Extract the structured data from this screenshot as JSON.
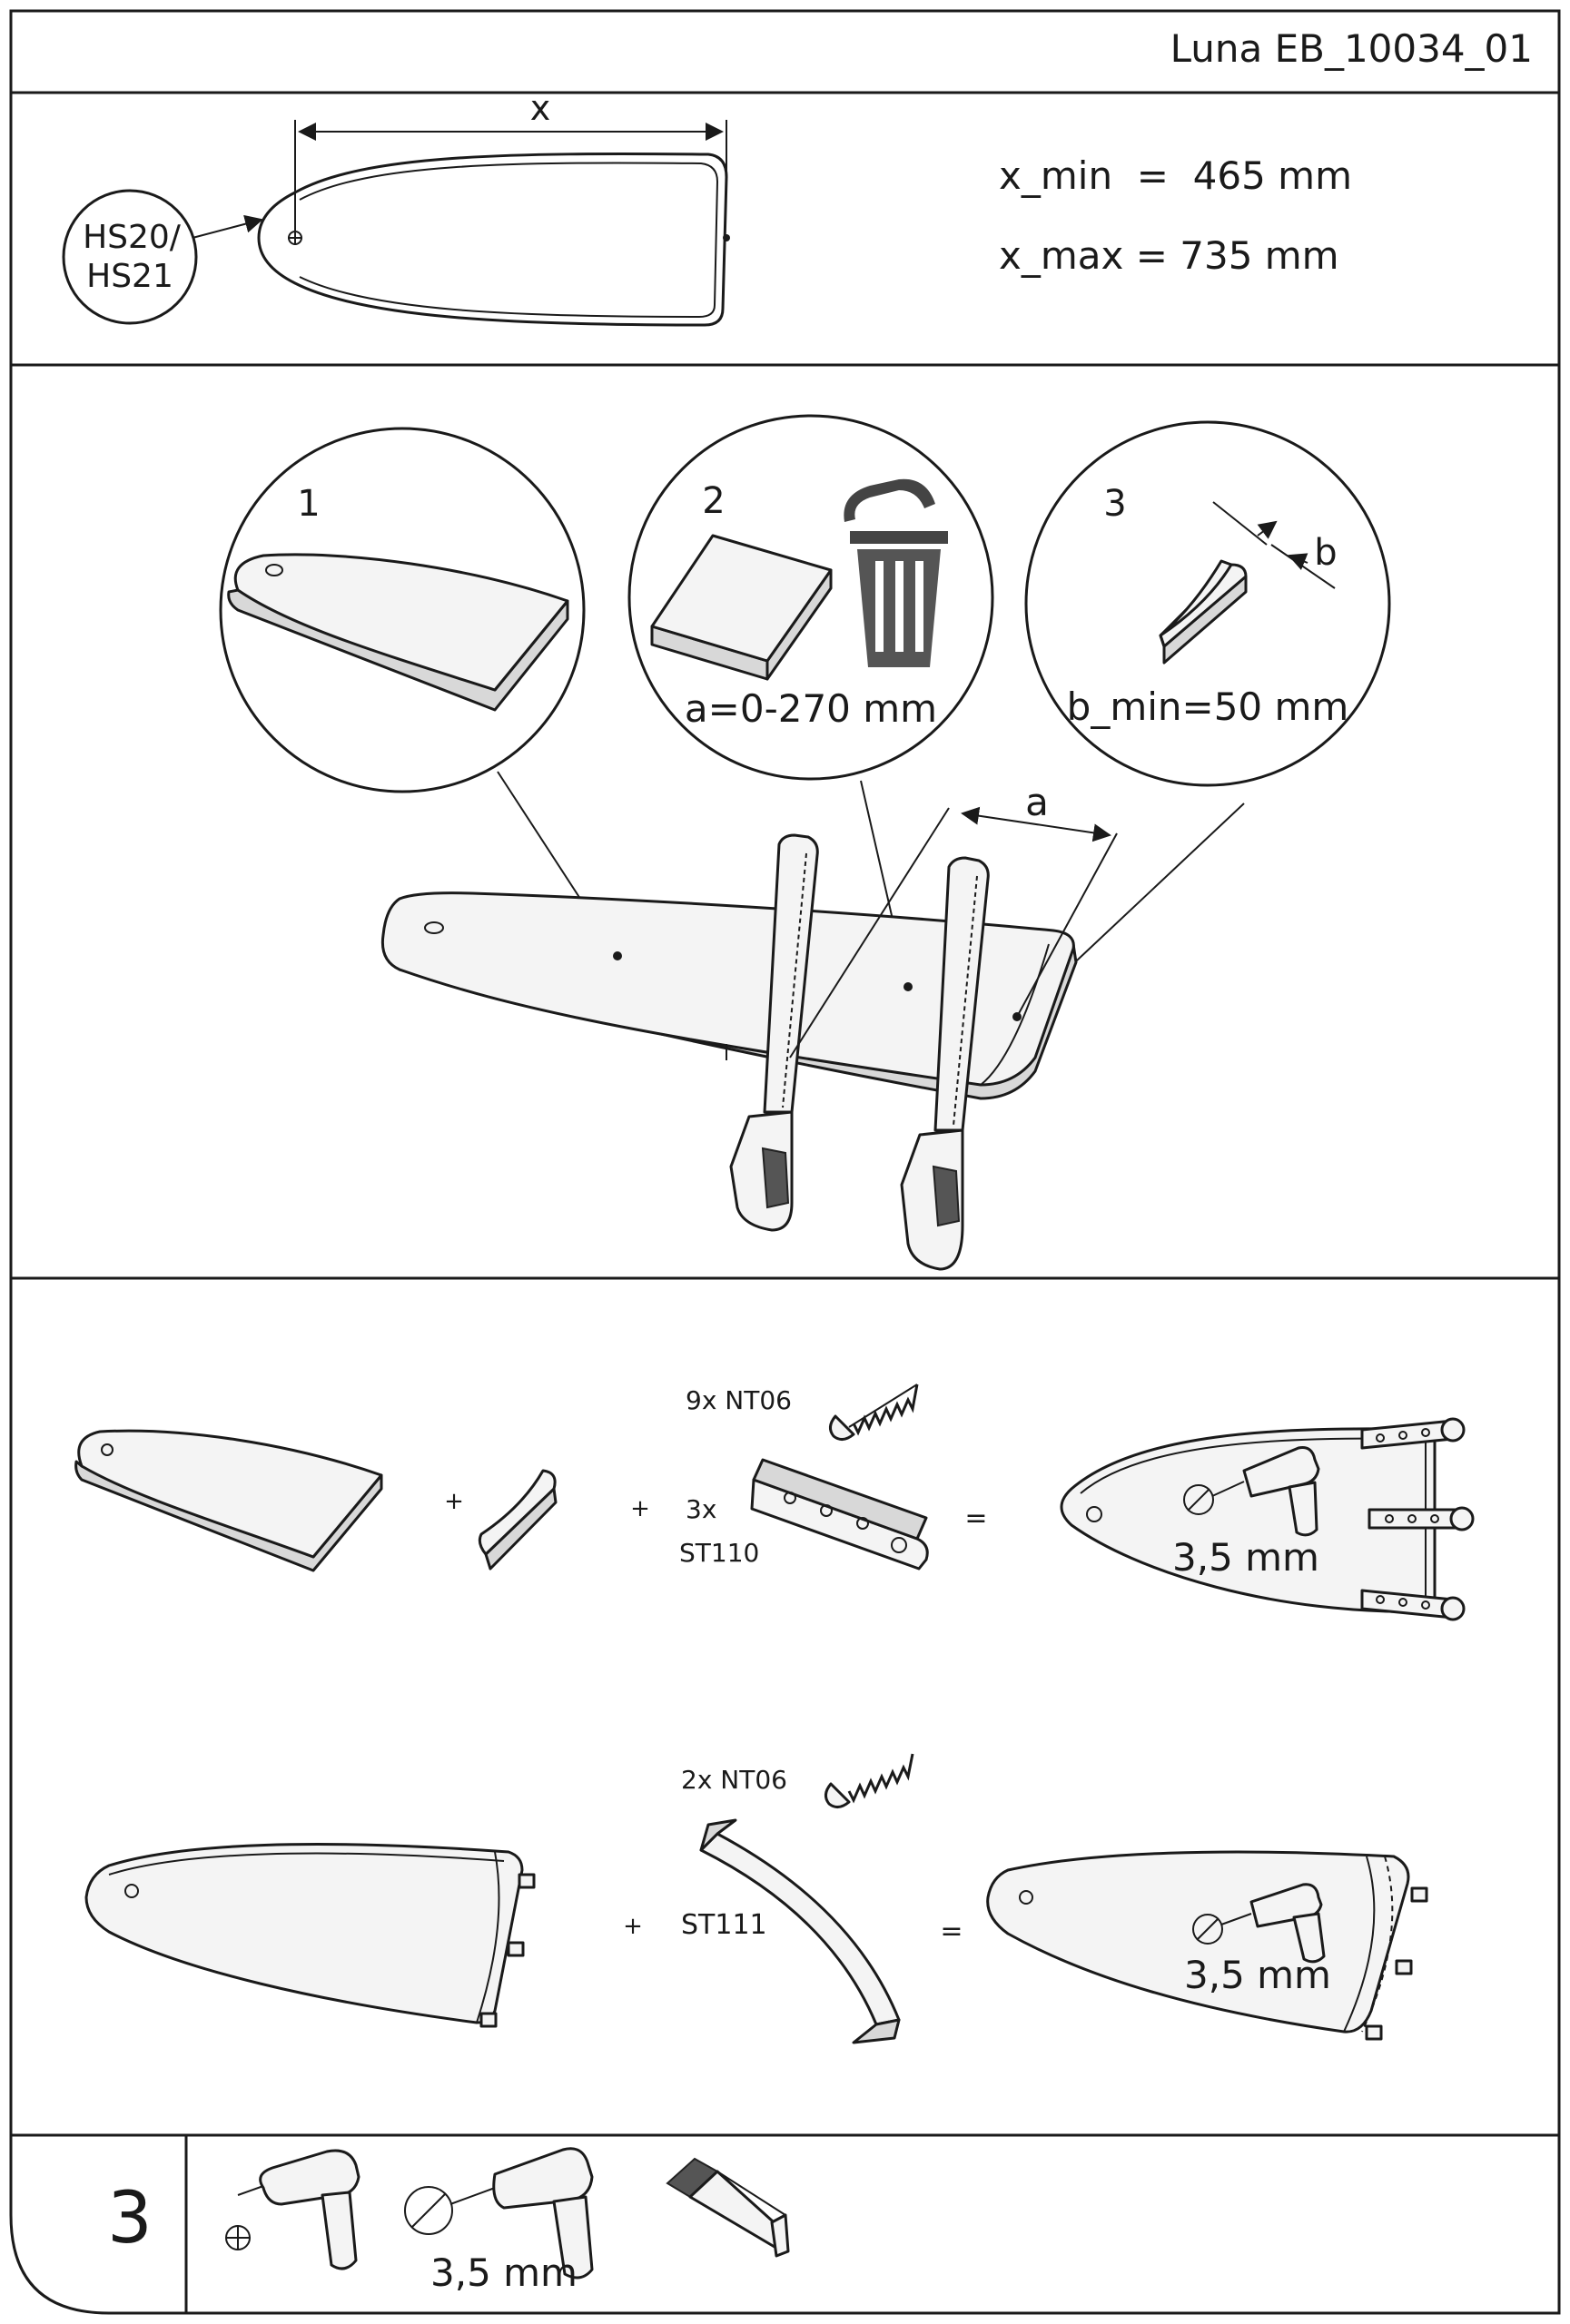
{
  "header": {
    "doc_id": "Luna EB_10034_01"
  },
  "measure": {
    "dimension_letter": "x",
    "fitting_label_line1": "HS20/",
    "fitting_label_line2": "HS21",
    "x_min": "x_min  =  465 mm",
    "x_max": "x_max = 735 mm"
  },
  "cut": {
    "detail1_number": "1",
    "detail2_number": "2",
    "detail2_caption": "a=0-270 mm",
    "detail3_number": "3",
    "detail3_dim_letter": "b",
    "detail3_caption": "b_min=50 mm",
    "saw_dim_letter": "a"
  },
  "assembly1": {
    "plus_1": "+",
    "plus_2": "+",
    "equals": "=",
    "screw_label": "9x NT06",
    "bracket_qty": "3x",
    "bracket_label": "ST110",
    "drill_size": "3,5 mm"
  },
  "assembly2": {
    "plus": "+",
    "equals": "=",
    "screw_label": "2x NT06",
    "bracket_label": "ST111",
    "drill_size": "3,5 mm"
  },
  "footer": {
    "step_number": "3",
    "drill_size": "3,5 mm",
    "tools": [
      "screwdriver-icon",
      "drill-icon",
      "saw-icon"
    ]
  }
}
